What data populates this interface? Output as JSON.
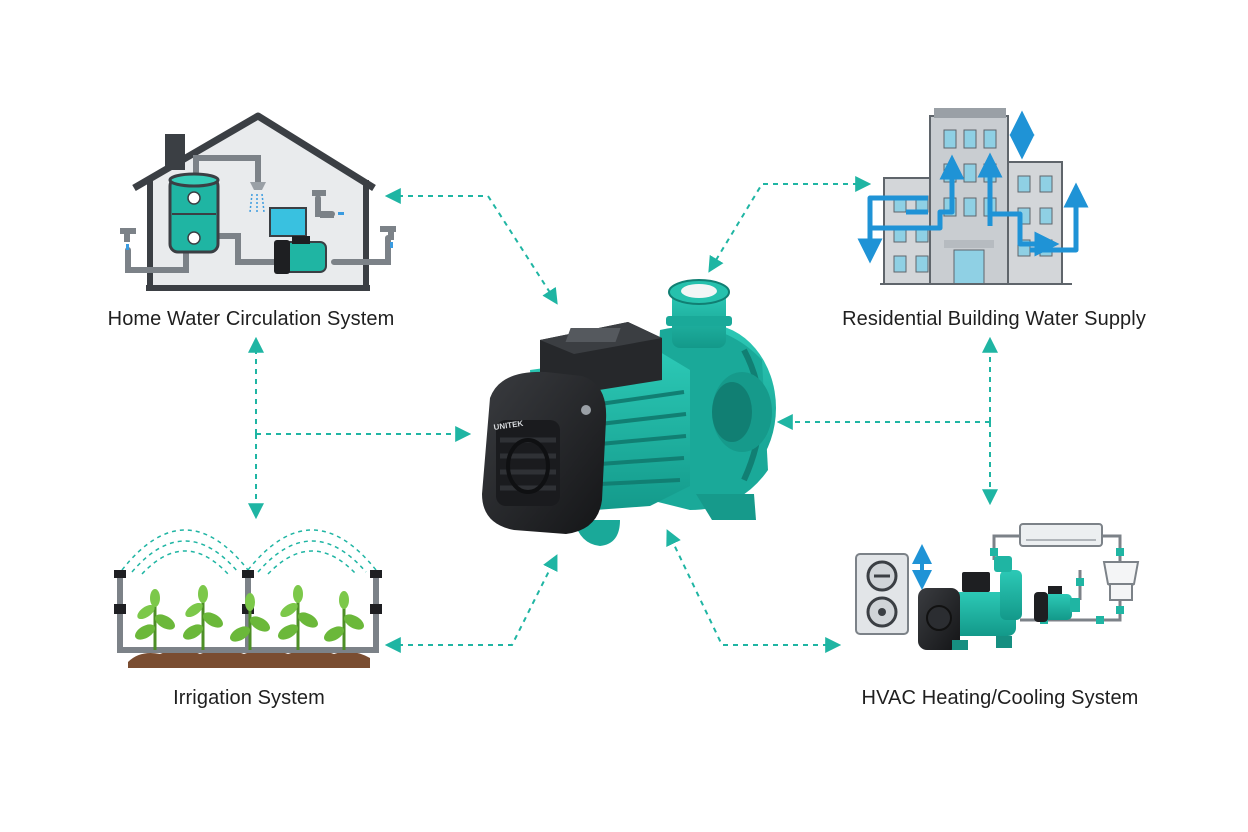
{
  "diagram": {
    "center": {
      "name": "centrifugal-pump",
      "brand_plate": "UNITEK"
    },
    "applications": [
      {
        "id": "home",
        "label": "Home Water Circulation System"
      },
      {
        "id": "residential",
        "label": "Residential Building Water Supply"
      },
      {
        "id": "irrigation",
        "label": "Irrigation System"
      },
      {
        "id": "hvac",
        "label": "HVAC Heating/Cooling System"
      }
    ],
    "colors": {
      "pump_body": "#1fb5a3",
      "pump_dark": "#168f81",
      "pump_black": "#1e1f22",
      "connector": "#1fb5a3",
      "water_arrow": "#1f93d6",
      "pipe": "#7c8288",
      "plant": "#6bb83a",
      "soil": "#7a4d31",
      "building": "#c9cdd1",
      "window": "#8fd0e4"
    }
  }
}
